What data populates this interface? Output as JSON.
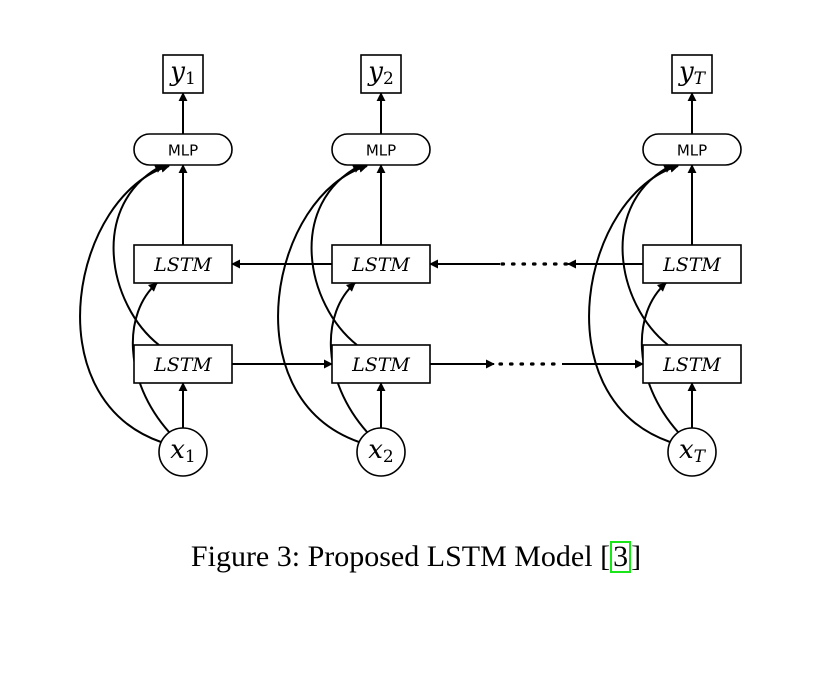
{
  "figure": {
    "columns": [
      {
        "output_var": "y",
        "output_sub": "1",
        "input_var": "x",
        "input_sub": "1",
        "sub_italic": false
      },
      {
        "output_var": "y",
        "output_sub": "2",
        "input_var": "x",
        "input_sub": "2",
        "sub_italic": false
      },
      {
        "output_var": "y",
        "output_sub": "T",
        "input_var": "x",
        "input_sub": "T",
        "sub_italic": true
      }
    ],
    "mlp_label": "MLP",
    "lstm_label": "LSTM",
    "caption": {
      "text": "Figure 3: Proposed LSTM Model [",
      "citation": "3",
      "close": "]"
    }
  }
}
